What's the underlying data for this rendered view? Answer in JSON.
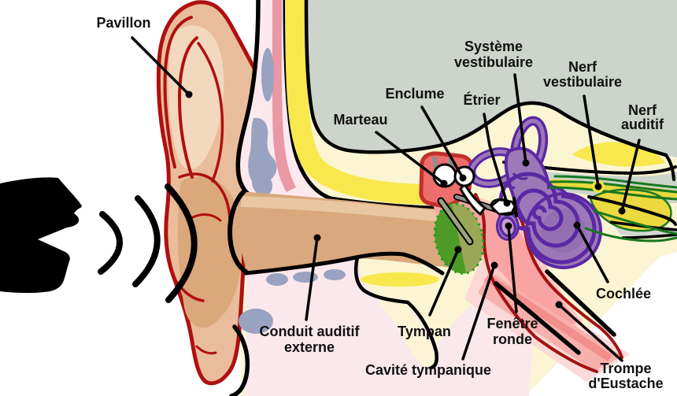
{
  "labels": {
    "pavillon": {
      "text": "Pavillon"
    },
    "marteau": {
      "text": "Marteau"
    },
    "enclume": {
      "text": "Enclume"
    },
    "etrier": {
      "text": "Étrier"
    },
    "systeme_vestibulaire": {
      "line1": "Système",
      "line2": "vestibulaire"
    },
    "nerf_vestibulaire": {
      "line1": "Nerf",
      "line2": "vestibulaire"
    },
    "nerf_auditif": {
      "line1": "Nerf",
      "line2": "auditif"
    },
    "conduit_auditif_externe": {
      "line1": "Conduit auditif",
      "line2": "externe"
    },
    "tympan": {
      "text": "Tympan"
    },
    "cavite_tympanique": {
      "text": "Cavité tympanique"
    },
    "fenetre_ronde": {
      "line1": "Fenêtre",
      "line2": "ronde"
    },
    "cochlee": {
      "text": "Cochlée"
    },
    "trompe_eustache": {
      "line1": "Trompe",
      "line2": "d'Eustache"
    }
  },
  "colors": {
    "outline": "#000000",
    "pinna_red": "#b01010",
    "skin": "#e9bd9b",
    "skin_shadow": "#dba87c",
    "skin_highlight": "#f2d8bd",
    "canal": "#d9a87d",
    "pale_pink_skin": "#fce9ee",
    "rose_stripe": "#e998a4",
    "cartilage_gray_blue": "#99a2c1",
    "cranial_gray": "#cdd4cb",
    "bone_cream": "#fcf5d3",
    "bone_yellow": "#f8e84e",
    "cavity_pink": "#f9a3a3",
    "cavity_red": "#a31111",
    "attic_fill": "#ed6e6c",
    "attic_border": "#c42f2b",
    "tympan_green": "#4d9b26",
    "tympan_olive": "#9aa757",
    "tympan_dots": "#12a21a",
    "inner_ear_purple": "#9c78b8",
    "inner_ear_dark": "#5b28a4",
    "nerve_green": "#17781f",
    "nerve_yellow": "#ecd93f",
    "tube_pink": "#f7b0ac",
    "ossicle_white": "#ffffff"
  }
}
